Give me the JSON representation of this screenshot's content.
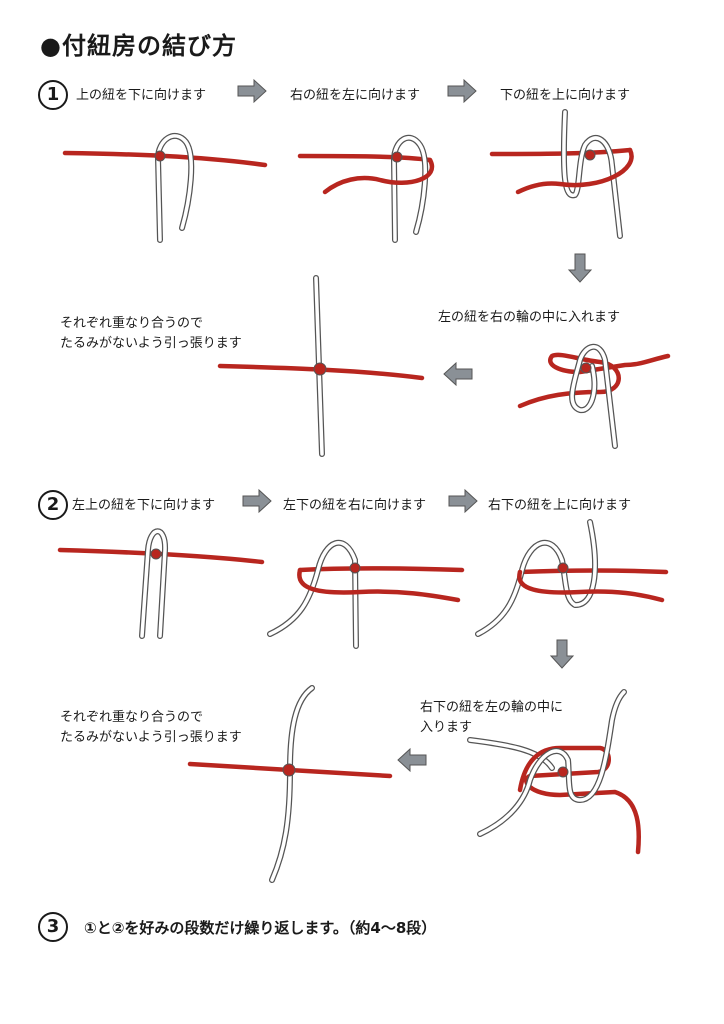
{
  "title": "●付紐房の結び方",
  "section1": {
    "number": "1",
    "steps": [
      "上の紐を下に向けます",
      "右の紐を左に向けます",
      "下の紐を上に向けます"
    ],
    "step4": "左の紐を右の輪の中に入れます",
    "result_lines": [
      "それぞれ重なり合うので",
      "たるみがないよう引っ張ります"
    ]
  },
  "section2": {
    "number": "2",
    "steps": [
      "左上の紐を下に向けます",
      "左下の紐を右に向けます",
      "右下の紐を上に向けます"
    ],
    "step4_lines": [
      "右下の紐を左の輪の中に",
      "入ります"
    ],
    "result_lines": [
      "それぞれ重なり合うので",
      "たるみがないよう引っ張ります"
    ]
  },
  "section3": {
    "number": "3",
    "text": "①と②を好みの段数だけ繰り返します。（約4〜8段）"
  },
  "colors": {
    "red_cord": "#b8261f",
    "white_cord": "#ffffff",
    "cord_outline": "#555555",
    "arrow": "#8a9096"
  },
  "icons": [
    "right-arrow-icon",
    "down-arrow-icon",
    "left-arrow-icon"
  ]
}
